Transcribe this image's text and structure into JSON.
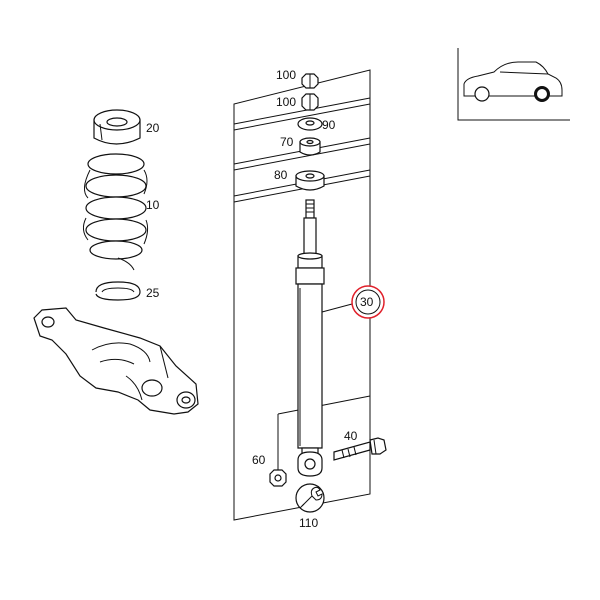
{
  "labels": {
    "p100a": "100",
    "p100b": "100",
    "p90": "90",
    "p70": "70",
    "p80": "80",
    "p20": "20",
    "p10": "10",
    "p25": "25",
    "p30": "30",
    "p40": "40",
    "p60": "60",
    "p110": "110"
  },
  "colors": {
    "line": "#111111",
    "highlight": "#e0202a",
    "background": "#ffffff"
  }
}
